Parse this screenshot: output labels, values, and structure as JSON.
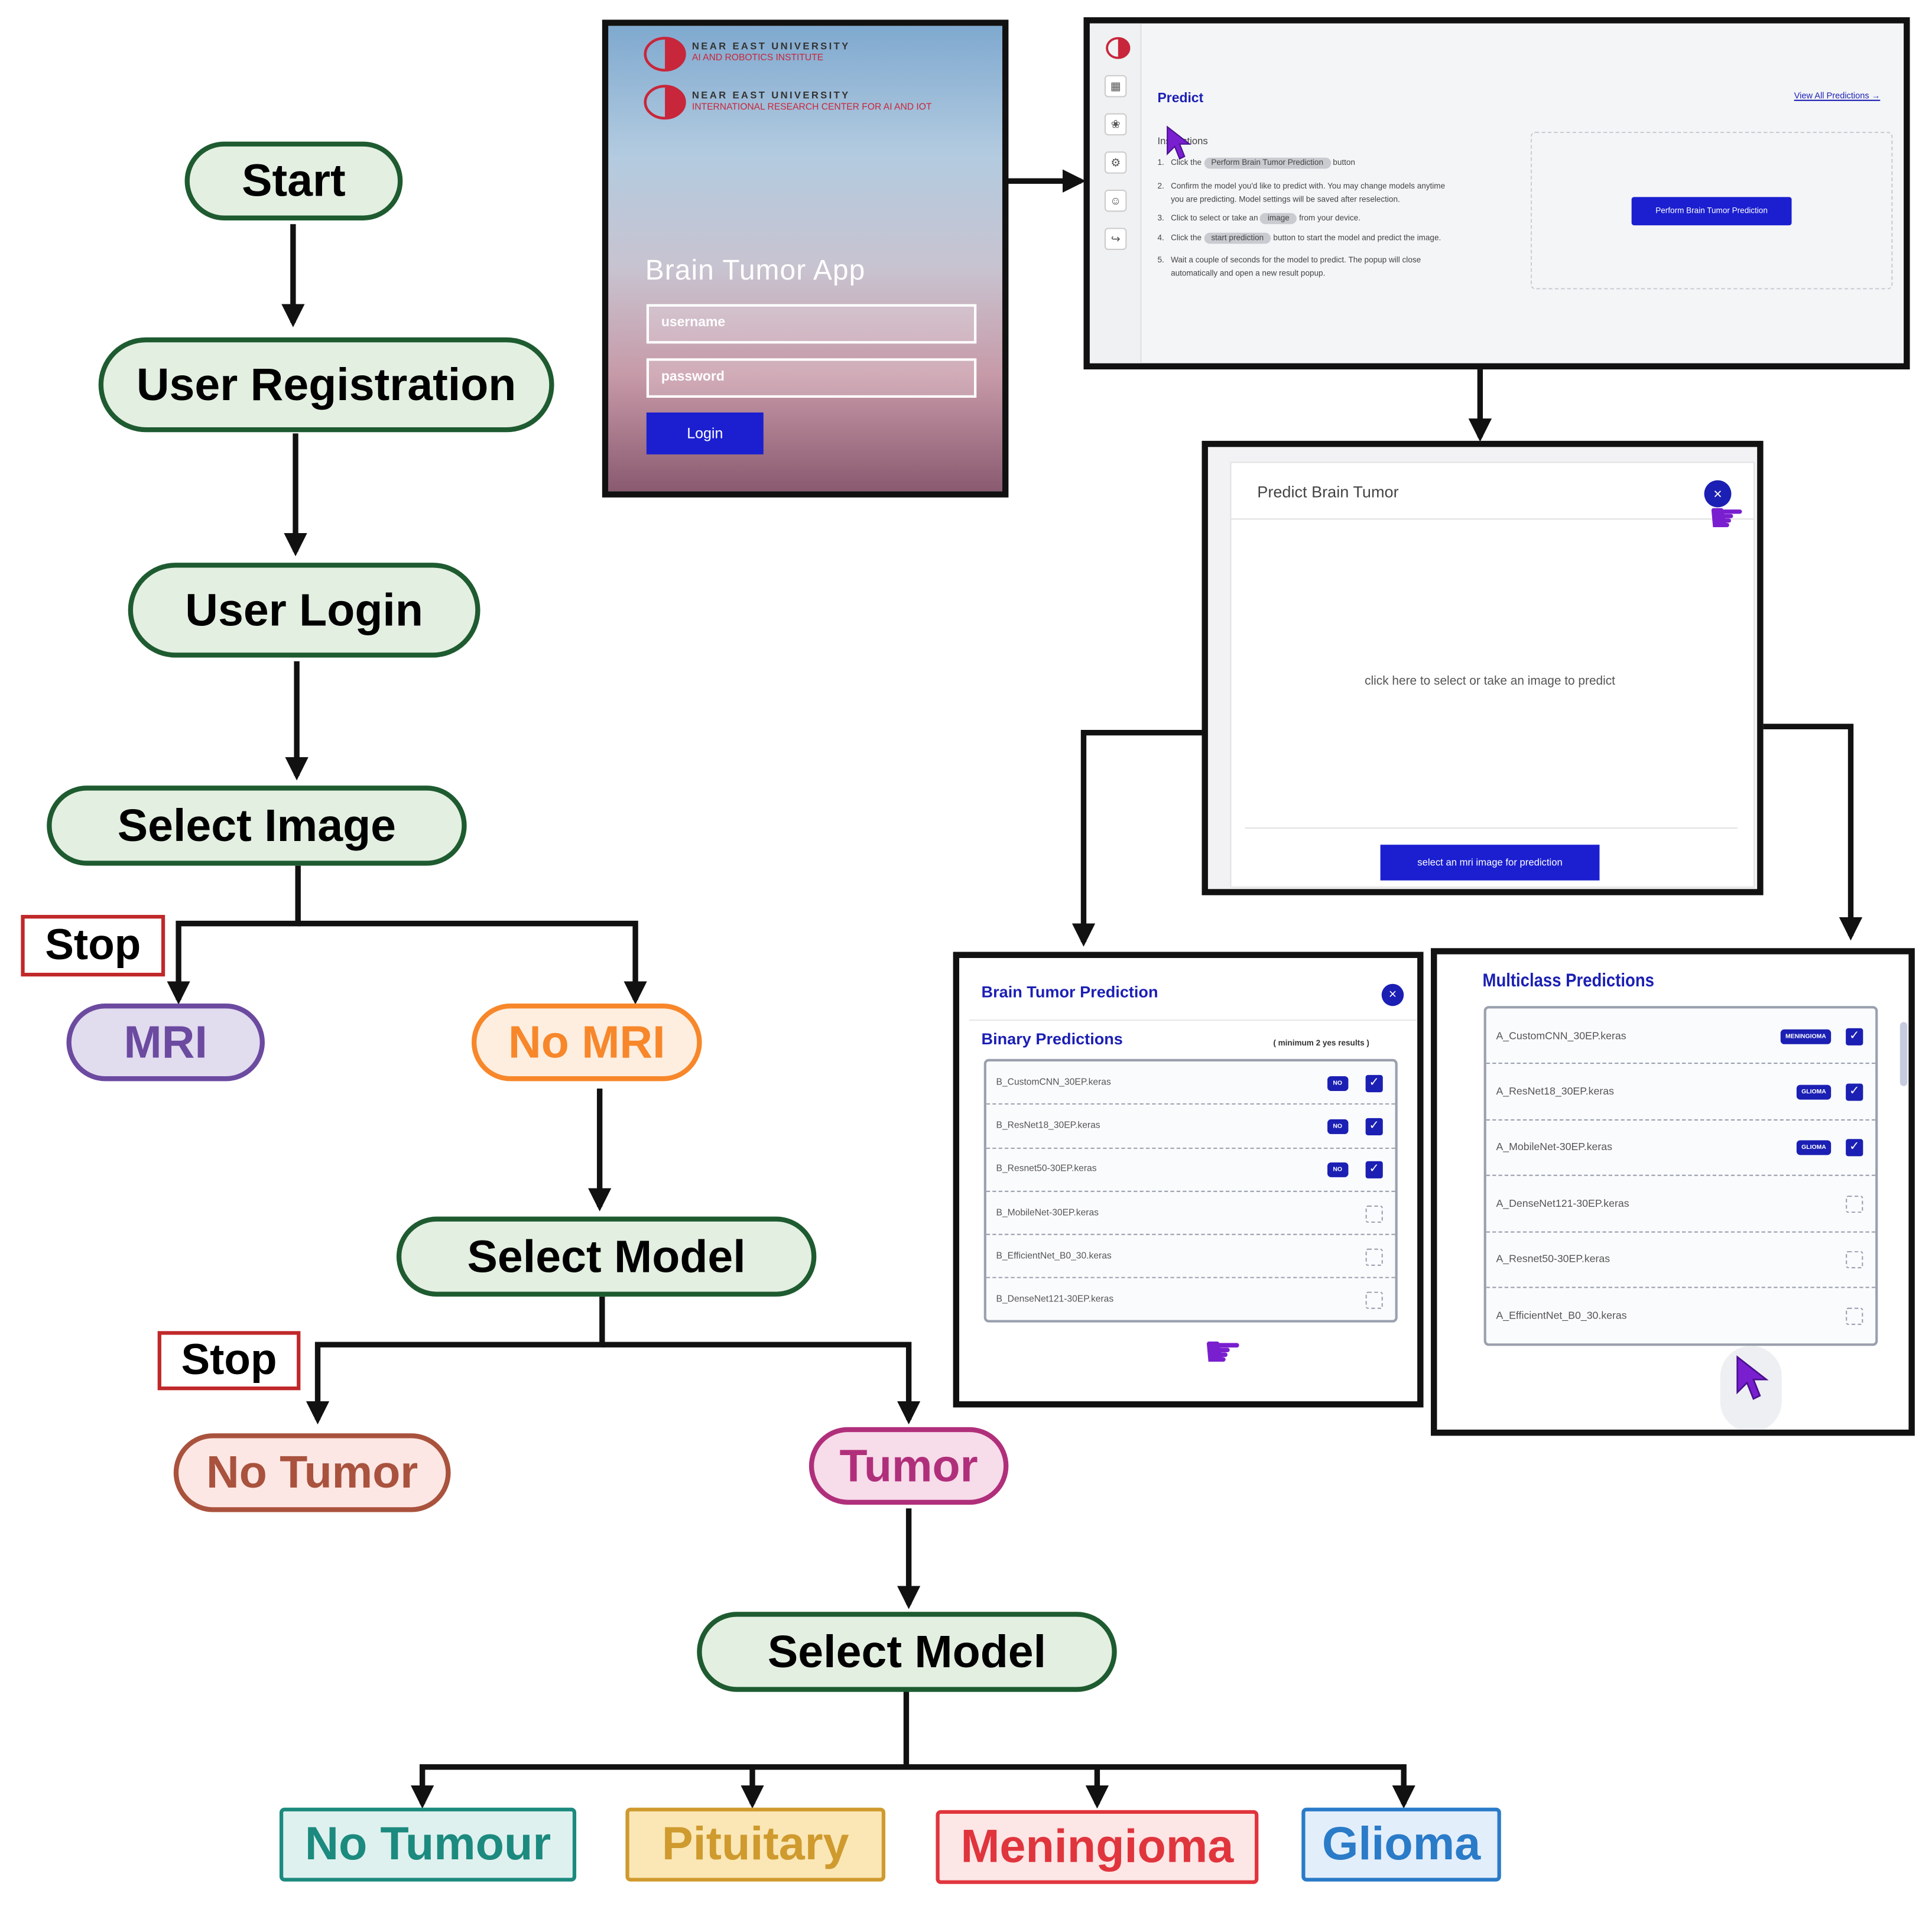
{
  "flow": {
    "start": "Start",
    "registration": "User Registration",
    "login": "User Login",
    "select_image": "Select Image",
    "stop1": "Stop",
    "mri": "MRI",
    "no_mri": "No MRI",
    "select_model1": "Select Model",
    "stop2": "Stop",
    "no_tumor": "No Tumor",
    "tumor": "Tumor",
    "select_model2": "Select Model",
    "classes": [
      "No Tumour",
      "Pituitary",
      "Meningioma",
      "Glioma"
    ]
  },
  "colors": {
    "pill_border": "#1e5b30",
    "pill_fill": "#e3efe1",
    "mri": "#6b4aa0",
    "no_mri": "#f7872a",
    "no_tumor": "#a9523d",
    "tumor": "#b02f7b",
    "no_tumour": "#1c8a7e",
    "pituitary": "#cf9a2e",
    "meningioma": "#e0353d",
    "glioma": "#2a7bc8",
    "app_blue": "#1b1fb3"
  },
  "login_screen": {
    "brand1_line1": "NEAR EAST UNIVERSITY",
    "brand1_line2": "AI AND ROBOTICS INSTITUTE",
    "brand2_line1": "NEAR EAST UNIVERSITY",
    "brand2_line2": "INTERNATIONAL RESEARCH CENTER FOR AI AND IOT",
    "app_title": "Brain Tumor App",
    "username_placeholder": "username",
    "password_placeholder": "password",
    "login_button": "Login"
  },
  "predict_screen": {
    "title": "Predict",
    "view_all": "View All Predictions →",
    "instructions_title": "Instructions",
    "step1_pre": "Click the",
    "step1_chip": "Perform Brain Tumor Prediction",
    "step1_post": "button",
    "step2_line1": "Confirm the model you'd like to predict with. You may change models anytime",
    "step2_line2": "you are predicting. Model settings will be saved after reselection.",
    "step3_pre": "Click to select or take an",
    "step3_chip": "image",
    "step3_post": "from your device.",
    "step4_pre": "Click the",
    "step4_chip": "start prediction",
    "step4_post": "button to start the model and predict the image.",
    "step5_line1": "Wait a couple of seconds for the model to predict. The popup will close",
    "step5_line2": "automatically and open a new result popup.",
    "perform_button": "Perform Brain Tumor Prediction"
  },
  "modal_screen": {
    "title": "Predict Brain Tumor",
    "close": "×",
    "drop_text": "click here to select or take an image to predict",
    "select_button": "select an mri image for prediction"
  },
  "binary_screen": {
    "title": "Brain Tumor Prediction",
    "close": "×",
    "section": "Binary Predictions",
    "hint": "( minimum 2 yes results )",
    "rows": [
      {
        "name": "B_CustomCNN_30EP.keras",
        "badge": "NO",
        "checked": true
      },
      {
        "name": "B_ResNet18_30EP.keras",
        "badge": "NO",
        "checked": true
      },
      {
        "name": "B_Resnet50-30EP.keras",
        "badge": "NO",
        "checked": true
      },
      {
        "name": "B_MobileNet-30EP.keras",
        "badge": "",
        "checked": false
      },
      {
        "name": "B_EfficientNet_B0_30.keras",
        "badge": "",
        "checked": false
      },
      {
        "name": "B_DenseNet121-30EP.keras",
        "badge": "",
        "checked": false
      }
    ]
  },
  "multi_screen": {
    "title": "Multiclass Predictions",
    "rows": [
      {
        "name": "A_CustomCNN_30EP.keras",
        "badge": "MENINGIOMA",
        "checked": true
      },
      {
        "name": "A_ResNet18_30EP.keras",
        "badge": "GLIOMA",
        "checked": true
      },
      {
        "name": "A_MobileNet-30EP.keras",
        "badge": "GLIOMA",
        "checked": true
      },
      {
        "name": "A_DenseNet121-30EP.keras",
        "badge": "",
        "checked": false
      },
      {
        "name": "A_Resnet50-30EP.keras",
        "badge": "",
        "checked": false
      },
      {
        "name": "A_EfficientNet_B0_30.keras",
        "badge": "",
        "checked": false
      }
    ]
  }
}
